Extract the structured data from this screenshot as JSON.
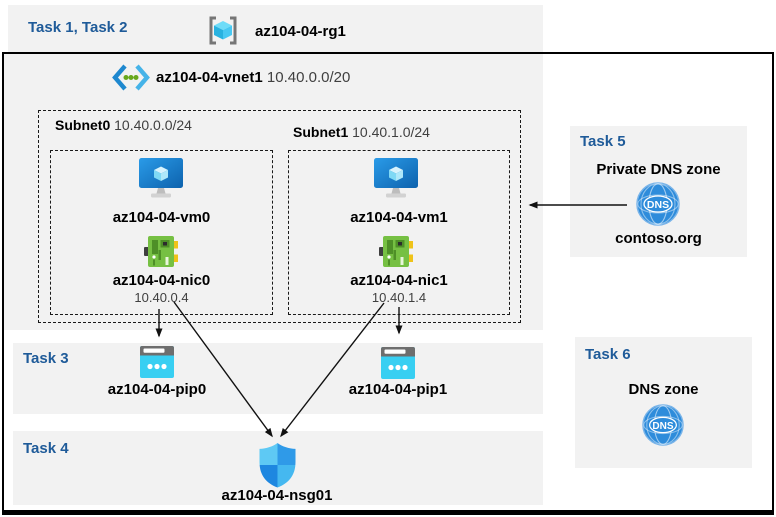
{
  "header": {
    "tasks_label": "Task 1, Task 2",
    "resource_group": "az104-04-rg1"
  },
  "vnet": {
    "name": "az104-04-vnet1",
    "cidr": "10.40.0.0/20"
  },
  "subnets": [
    {
      "name": "Subnet0",
      "cidr": "10.40.0.0/24",
      "vm_name": "az104-04-vm0",
      "nic_name": "az104-04-nic0",
      "nic_ip": "10.40.0.4"
    },
    {
      "name": "Subnet1",
      "cidr": "10.40.1.0/24",
      "vm_name": "az104-04-vm1",
      "nic_name": "az104-04-nic1",
      "nic_ip": "10.40.1.4"
    }
  ],
  "task3": {
    "label": "Task 3",
    "pips": [
      {
        "name": "az104-04-pip0"
      },
      {
        "name": "az104-04-pip1"
      }
    ]
  },
  "task4": {
    "label": "Task 4",
    "nsg_name": "az104-04-nsg01"
  },
  "task5": {
    "label": "Task 5",
    "title": "Private DNS zone",
    "zone_name": "contoso.org",
    "icon_text": "DNS"
  },
  "task6": {
    "label": "Task 6",
    "title": "DNS zone",
    "icon_text": "DNS"
  },
  "colors": {
    "task_heading_blue": "#1f5b99",
    "band_gray": "#f2f2f2",
    "arrow_black": "#111111",
    "vm_blue": "#1585d8",
    "nic_green": "#76c043",
    "pip_cyan": "#38cff2",
    "dns_blue": "#2e8cdb",
    "shield_blue": "#2f9ae8"
  }
}
